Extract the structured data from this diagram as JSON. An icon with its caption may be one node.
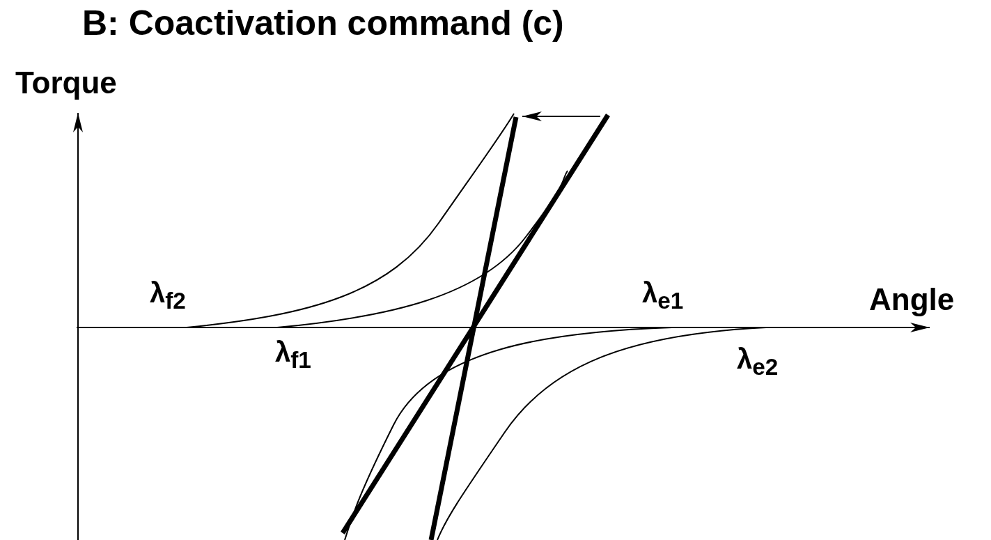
{
  "diagram": {
    "title": "B: Coactivation command (c)",
    "labels": [
      "Torque",
      "λ$_{f2}$",
      "λ$_{e1}$",
      "Angle",
      "λ$_{f1}$",
      "λ$_{e2}$"
    ]
  }
}
